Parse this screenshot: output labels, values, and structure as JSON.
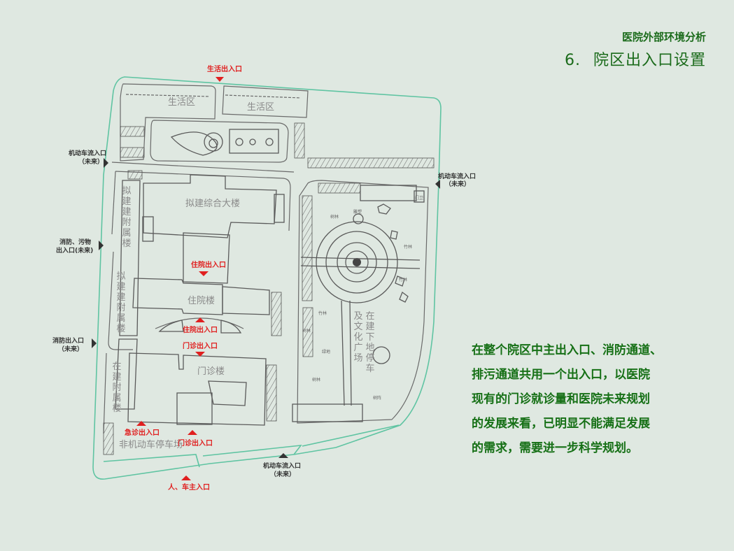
{
  "header": {
    "section": "医院外部环境分析",
    "number": "6.",
    "title": "院区出入口设置"
  },
  "description": [
    "在整个院区中主出入口、消防通道、",
    "排污通道共用一个出入口，以医院",
    "现有的门诊就诊量和医院未来规划",
    "的发展来看，已明显不能满足发展",
    "的需求，需要进一步科学规划。"
  ],
  "colors": {
    "background": "#dfe8e1",
    "heading": "#1b6b1b",
    "entrance_red": "#e02020",
    "boundary": "#5fc4a2",
    "building_line": "#5a5a5a"
  },
  "map": {
    "zones": {
      "living_a": "生活区",
      "living_b": "生活区",
      "complex": "拟建综合大楼",
      "annex_1": "拟建建附属楼",
      "annex_2": "拟建建附属楼",
      "annex_3": "在建附属楼",
      "inpatient": "住院楼",
      "outpatient": "门诊楼",
      "bike_parking": "非机动车停车场",
      "plaza_1": "及文化广场",
      "plaza_2": "在建下地停车"
    },
    "park_labels": {
      "trees_1": "树林",
      "sculpture": "雕塑",
      "bamboo_1": "竹林",
      "bamboo_2": "竹林",
      "bamboo_3": "竹林",
      "green": "绿地",
      "trees_2": "树林",
      "trees_3": "树林",
      "tree_array": "树阵",
      "gate": "门卫"
    },
    "entrances_red": {
      "living": "生活出入口",
      "inpatient_n": "住院出入口",
      "inpatient_s": "住院出入口",
      "outpatient_n": "门诊出入口",
      "emergency": "急诊出入口",
      "outpatient_s": "门诊出入口",
      "main": "人、车主入口"
    },
    "entrances_future": {
      "west_vehicle": {
        "line1": "机动车流入口",
        "line2": "（未来）"
      },
      "east_vehicle": {
        "line1": "机动车流入口",
        "line2": "（未来）"
      },
      "fire_waste": {
        "line1": "消防、污物",
        "line2": "出入口(未来)"
      },
      "fire": {
        "line1": "消防出入口",
        "line2": "（未来）"
      },
      "south_vehicle": {
        "line1": "机动车流入口",
        "line2": "（未来）"
      }
    }
  }
}
